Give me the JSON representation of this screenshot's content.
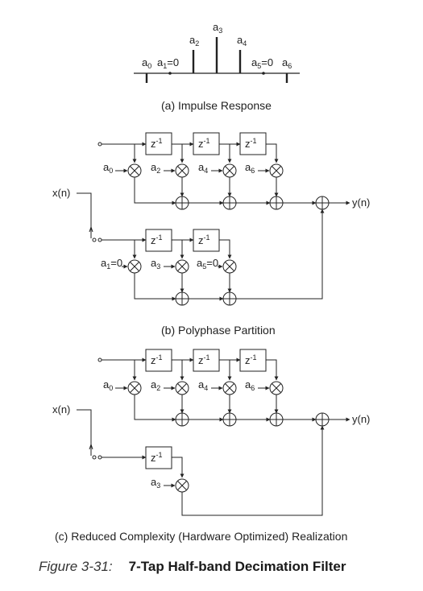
{
  "impulse": {
    "labels": {
      "a0": {
        "base": "a",
        "sub": "0",
        "tail": ""
      },
      "a1": {
        "base": "a",
        "sub": "1",
        "tail": "=0"
      },
      "a2": {
        "base": "a",
        "sub": "2",
        "tail": ""
      },
      "a3": {
        "base": "a",
        "sub": "3",
        "tail": ""
      },
      "a4": {
        "base": "a",
        "sub": "4",
        "tail": ""
      },
      "a5": {
        "base": "a",
        "sub": "5",
        "tail": "=0"
      },
      "a6": {
        "base": "a",
        "sub": "6",
        "tail": ""
      }
    },
    "caption": "(a) Impulse Response"
  },
  "common": {
    "input": "x(n)",
    "output": "y(n)",
    "delay": {
      "base": "z",
      "exp": "-1"
    }
  },
  "polyphase": {
    "upper_coeffs": {
      "a0": {
        "base": "a",
        "sub": "0",
        "tail": ""
      },
      "a2": {
        "base": "a",
        "sub": "2",
        "tail": ""
      },
      "a4": {
        "base": "a",
        "sub": "4",
        "tail": ""
      },
      "a6": {
        "base": "a",
        "sub": "6",
        "tail": ""
      }
    },
    "lower_coeffs": {
      "a1": {
        "base": "a",
        "sub": "1",
        "tail": "=0"
      },
      "a3": {
        "base": "a",
        "sub": "3",
        "tail": ""
      },
      "a5": {
        "base": "a",
        "sub": "5",
        "tail": "=0"
      }
    },
    "caption": "(b) Polyphase Partition"
  },
  "reduced": {
    "upper_coeffs": {
      "a0": {
        "base": "a",
        "sub": "0",
        "tail": ""
      },
      "a2": {
        "base": "a",
        "sub": "2",
        "tail": ""
      },
      "a4": {
        "base": "a",
        "sub": "4",
        "tail": ""
      },
      "a6": {
        "base": "a",
        "sub": "6",
        "tail": ""
      }
    },
    "lower_coeffs": {
      "a3": {
        "base": "a",
        "sub": "3",
        "tail": ""
      }
    },
    "caption": "(c) Reduced Complexity (Hardware Optimized) Realization"
  },
  "figure": {
    "number": "Figure 3-31:",
    "title": "7-Tap Half-band Decimation Filter"
  }
}
